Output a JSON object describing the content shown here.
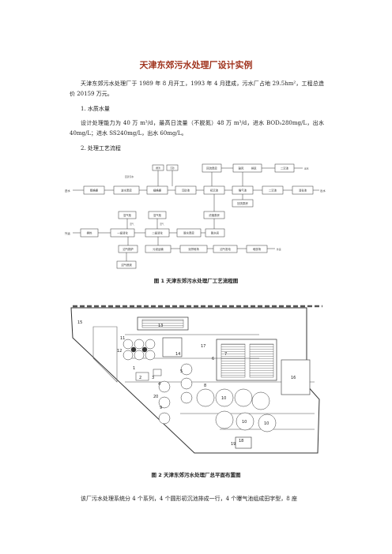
{
  "doc": {
    "title": "天津东郊污水处理厂设计实例",
    "intro": "天津东郊污水处理厂于 1989 年 8 月开工，1993 年 4 月建成，污水厂占地 29.5hm²，工程总造价 20159 万元。",
    "section1_heading": "1. 水质水量",
    "section1_text": "设计处理能力为 40 万 m³/d，最高日流量（不脱氮）48 万 m³/d，进水 BOD₅280mg/L，出水 40mg/L；进水 SS240mg/L，出水 60mg/L。",
    "section2_heading": "2. 处理工艺流程",
    "fig1_caption": "图 1  天津东郊污水处理厂工艺流程图",
    "fig2_caption": "图 2  天津东郊污水处理厂总平面布置图",
    "bottom_text": "该厂污水处理系统分 4 个系列，4 个圆形初沉池排成一行，4 个曝气池组成田字型，8 座"
  },
  "flow": {
    "boxes": {
      "coarse_screen": "粗格栅",
      "pump": "进水泵房",
      "fine_screen": "细格栅",
      "grit": "沉砂池",
      "primary": "初沉池",
      "aeration": "曝气池",
      "secondary": "二沉池",
      "disinfect": "消毒池",
      "return_pump_top": "回流泵房",
      "blower": "鼓风",
      "sludge_disp": "排泥",
      "second_sed_top": "二沉池",
      "return_pump_mid": "回流泵房",
      "thicken_pump": "浓缩泵房",
      "gas_holder_1": "沼气柜",
      "gas_holder_2": "沼气柜",
      "heat": "换热",
      "digester_1": "一级消化",
      "digester_2": "二级消化",
      "dewater_pump": "脱水泵房",
      "dewater": "脱水间",
      "boiler": "沼气锅炉",
      "dewater_sludge": "污泥运输",
      "sludge_cake": "泥饼堆场",
      "biogas_gen": "沼气发电",
      "yard": "堆放场",
      "flare": "沼气燃烧",
      "grit_out": "沉砂",
      "screenings": "栅渣"
    },
    "labels": {
      "inflow": "进水",
      "outflow": "出水",
      "outflow_top": "出水",
      "sludge_out": "外运",
      "compost": "外运",
      "reflux": "回流污水",
      "gas": "沼气",
      "gas2": "沼气"
    }
  },
  "plan": {
    "numbers": [
      "15",
      "13",
      "11",
      "17",
      "7",
      "6",
      "1",
      "2",
      "3",
      "4",
      "5",
      "20",
      "9",
      "8",
      "10",
      "10",
      "10",
      "19",
      "18",
      "16",
      "12",
      "14"
    ]
  }
}
